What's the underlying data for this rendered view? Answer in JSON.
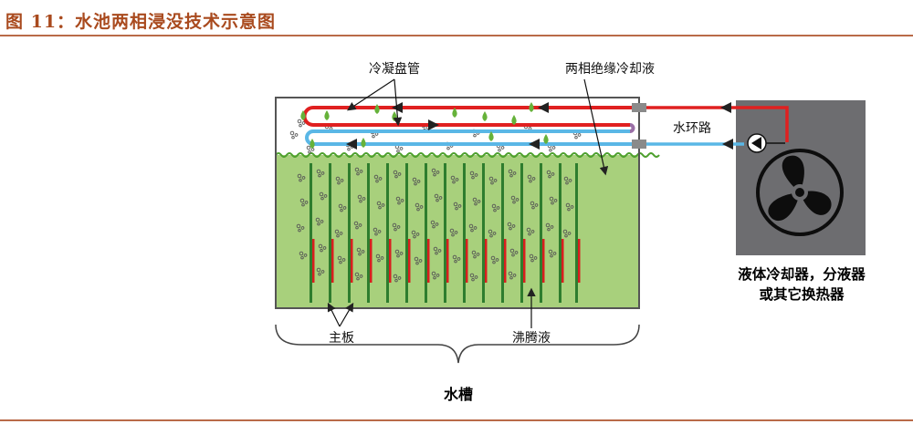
{
  "figure": {
    "title": "图 11：水池两相浸没技术示意图"
  },
  "labels": {
    "condenser_coil": "冷凝盘管",
    "dielectric_coolant": "两相绝缘冷却液",
    "water_loop": "水环路",
    "mainboard": "主板",
    "boiling_liquid": "沸腾液",
    "tank": "水槽",
    "cooler_line1": "液体冷却器，分液器",
    "cooler_line2": "或其它换热器"
  },
  "colors": {
    "title": "#a94a1e",
    "rule": "#b96a48",
    "hot_pipe": "#e02020",
    "cold_pipe": "#5ab7e6",
    "liquid": "#a8d07c",
    "vapor_zone": "#ffffff",
    "board": "#2e7d2e",
    "chip": "#d81e1e",
    "droplet": "#66b23a",
    "cooler_box": "#6d6d70",
    "tank_border": "#555555"
  },
  "icons": {
    "fan": "fan-icon",
    "pump": "pump-icon",
    "droplet": "droplet-icon",
    "bubble": "bubble-icon",
    "arrow": "arrow-icon"
  }
}
